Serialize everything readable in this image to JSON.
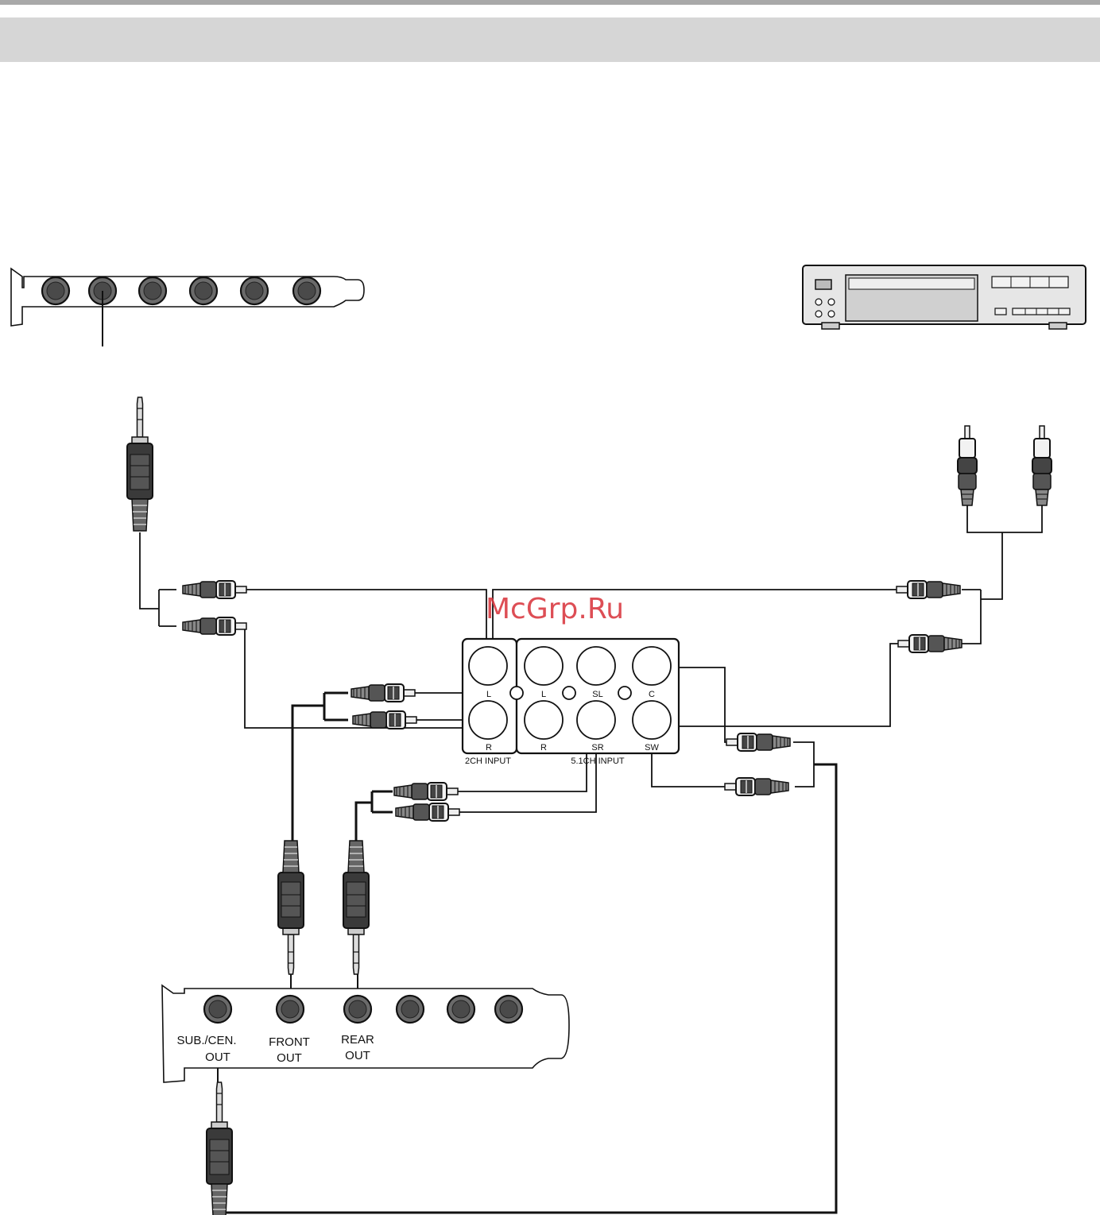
{
  "watermark": "McGrp.Ru",
  "sound_card_bottom": {
    "labels": {
      "sub_cen_line1": "SUB./CEN.",
      "sub_cen_line2": "OUT",
      "front_line1": "FRONT",
      "front_line2": "OUT",
      "rear_line1": "REAR",
      "rear_line2": "OUT"
    }
  },
  "amplifier_panel": {
    "jack_labels": {
      "in2ch_l": "L",
      "in2ch_r": "R",
      "in51_l": "L",
      "in51_r": "R",
      "in51_sl": "SL",
      "in51_sr": "SR",
      "in51_c": "C",
      "in51_sw": "SW"
    },
    "section_2ch": "2CH INPUT",
    "section_51": "5.1CH INPUT"
  },
  "colors": {
    "header_band": "#d6d6d6",
    "top_rule": "#a9a9a9",
    "device_fill": "#e6e6e6",
    "jack_fill": "#6a6a6a",
    "line": "#111111",
    "watermark": "#d9363e"
  },
  "icons": [
    "sound-card-bracket-icon",
    "cd-player-icon",
    "mini-jack-plug-icon",
    "rca-plug-icon"
  ]
}
